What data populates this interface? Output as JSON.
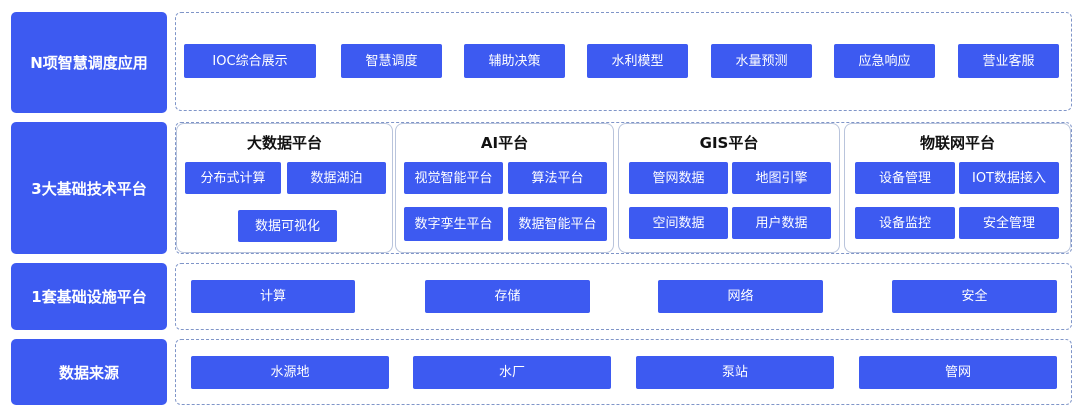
{
  "rows": {
    "apps": {
      "label": "N项智慧调度应用",
      "items": [
        "IOC综合展示",
        "智慧调度",
        "辅助决策",
        "水利模型",
        "水量预测",
        "应急响应",
        "营业客服"
      ]
    },
    "platforms": {
      "label": "3大基础技术平台",
      "groups": [
        {
          "title": "大数据平台",
          "items": [
            "分布式计算",
            "数据湖泊",
            "数据可视化"
          ]
        },
        {
          "title": "AI平台",
          "items": [
            "视觉智能平台",
            "算法平台",
            "数字孪生平台",
            "数据智能平台"
          ]
        },
        {
          "title": "GIS平台",
          "items": [
            "管网数据",
            "地图引擎",
            "空间数据",
            "用户数据"
          ]
        },
        {
          "title": "物联网平台",
          "items": [
            "设备管理",
            "IOT数据接入",
            "设备监控",
            "安全管理"
          ]
        }
      ]
    },
    "infra": {
      "label": "1套基础设施平台",
      "items": [
        "计算",
        "存储",
        "网络",
        "安全"
      ]
    },
    "sources": {
      "label": "数据来源",
      "items": [
        "水源地",
        "水厂",
        "泵站",
        "管网"
      ]
    }
  },
  "colors": {
    "accent": "#3d5af1",
    "panel_border": "#7f95c8"
  }
}
